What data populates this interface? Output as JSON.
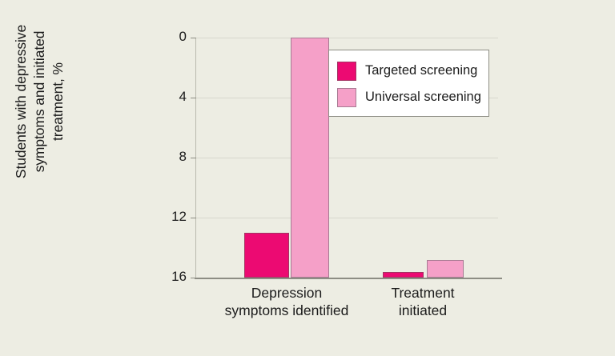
{
  "chart_data": {
    "type": "bar",
    "title": "",
    "xlabel": "",
    "ylabel": "Students with depressive\nsymptoms and initiated\ntreatment, %",
    "categories": [
      "Depression\nsymptoms identified",
      "Treatment\ninitiated"
    ],
    "series": [
      {
        "name": "Targeted screening",
        "color": "#ec0a72",
        "values": [
          3.0,
          0.4
        ]
      },
      {
        "name": "Universal screening",
        "color": "#f5a0c8",
        "values": [
          16.0,
          1.2
        ]
      }
    ],
    "ylim": [
      0,
      16
    ],
    "yticks": [
      0,
      4,
      8,
      12,
      16
    ],
    "ytick_labels": [
      "0",
      "4",
      "8",
      "12",
      "16"
    ],
    "grid": true,
    "legend_position": "top-right",
    "background_color": "#edede3",
    "gridline_color": "#d8d8cd",
    "axis_color": "#8d8d84"
  },
  "legend": {
    "items": [
      {
        "label": "Targeted screening"
      },
      {
        "label": "Universal screening"
      }
    ]
  },
  "axes": {
    "y_title": "Students with depressive\nsymptoms and initiated\ntreatment, %",
    "y_ticks": [
      {
        "label": "16"
      },
      {
        "label": "12"
      },
      {
        "label": "8"
      },
      {
        "label": "4"
      },
      {
        "label": "0"
      }
    ],
    "x_categories": [
      {
        "label": "Depression\nsymptoms identified"
      },
      {
        "label": "Treatment\ninitiated"
      }
    ]
  }
}
